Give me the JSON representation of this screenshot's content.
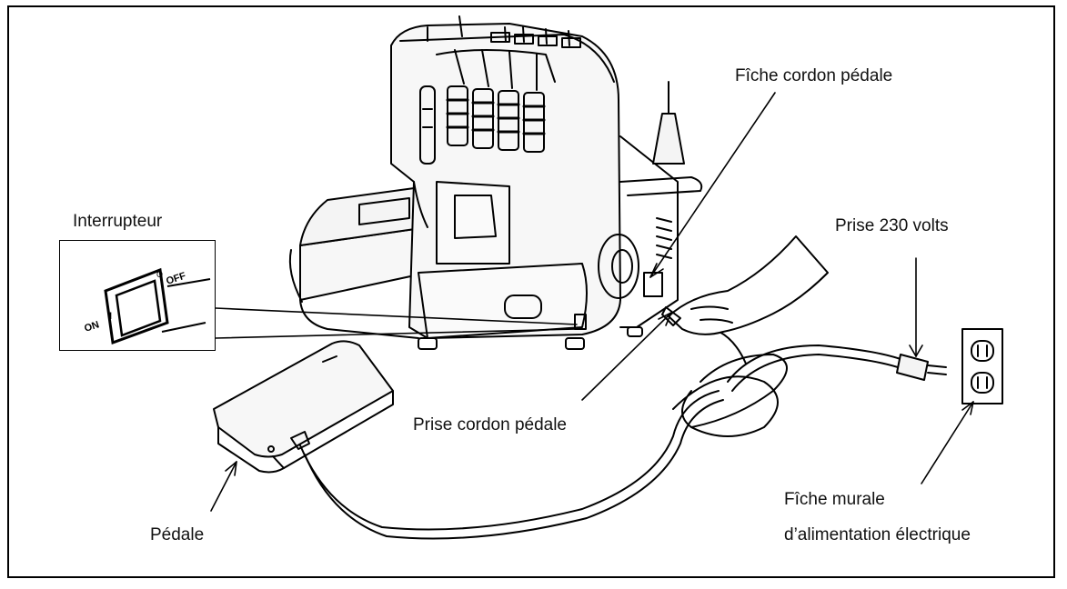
{
  "labels": {
    "interrupteur": "Interrupteur",
    "fiche_cordon_pedale": "Fîche cordon pédale",
    "prise_230_volts": "Prise 230 volts",
    "prise_cordon_pedale": "Prise cordon pédale",
    "pedale": "Pédale",
    "fiche_murale_line1": "Fîche murale",
    "fiche_murale_line2": "d’alimentation électrique"
  },
  "switch_inset": {
    "on": "ON",
    "off": "OFF",
    "one": "I",
    "zero": "O"
  },
  "colors": {
    "line": "#000000",
    "background": "#ffffff",
    "machine_fill": "#f7f7f7"
  }
}
